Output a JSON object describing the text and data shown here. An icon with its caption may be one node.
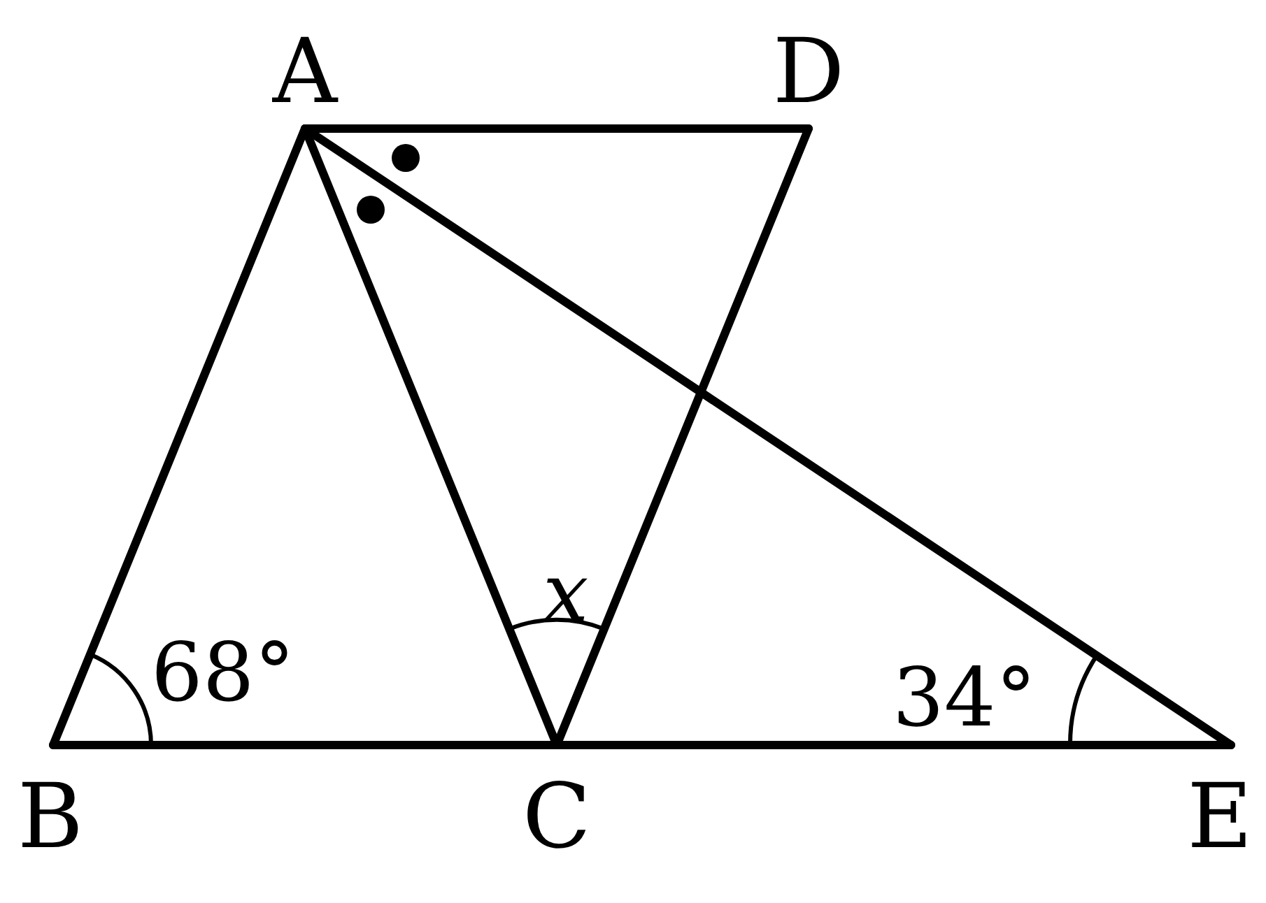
{
  "diagram": {
    "nodes": [
      {
        "text": [
          "A"
        ]
      },
      {
        "text": [
          "D"
        ]
      },
      {
        "text": [
          "B"
        ]
      },
      {
        "text": [
          "C"
        ]
      },
      {
        "text": [
          "E"
        ]
      }
    ],
    "edges": [
      {
        "from": 0,
        "to": 1,
        "arrow": "none"
      },
      {
        "from": 0,
        "to": 2,
        "arrow": "none"
      },
      {
        "from": 0,
        "to": 3,
        "arrow": "none"
      },
      {
        "from": 0,
        "to": 4,
        "arrow": "none"
      },
      {
        "from": 1,
        "to": 3,
        "arrow": "none"
      },
      {
        "from": 2,
        "to": 3,
        "arrow": "none"
      },
      {
        "from": 3,
        "to": 4,
        "arrow": "none"
      }
    ],
    "labels": [
      "68°",
      "x",
      "34°"
    ]
  }
}
